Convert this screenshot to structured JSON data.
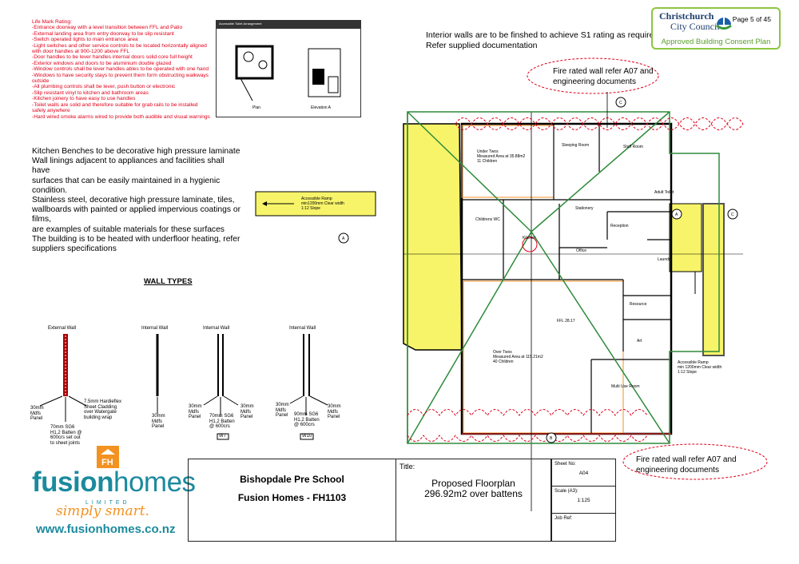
{
  "life_mark_notes": [
    "Life Mark Rating:",
    "-Entrance doorway with a level transition between FFL and Patio",
    "-External landing area from entry doorway to be slip resistant",
    "-Switch operated lights to main entrance area",
    "-Light switches and other service controls to be located horizontally aligned with door handles at 900-1200 above FFL",
    "-Door handles to be lever handles internal doors solid core full height",
    "-Exterior windows and doors to be aluminium double glazed",
    "-Window controls shall be lever handles ables to be operated with one hand",
    "-Windows to have security stays to prevent them form obstructing walkways outside",
    "-All plumbing controls shall be lever, push button or electronic",
    "-Slip resistant vinyl to kitchen and bathroom areas",
    "-Kitchen joinery to have easy to use handles",
    "-Toilet walls are solid and therefore suitable for grab rails to be installed safely anywhere",
    "-Hard wired smoke alarms wired to provide both audible and visual warnings"
  ],
  "inset": {
    "header": "Accessible Toilet Arrangement",
    "plan_label": "Plan",
    "elevation_label": "Elevation A"
  },
  "interior_note": [
    "Interior walls are to be finshed to achieve S1 rating as required.",
    "Refer supplied documentation"
  ],
  "stamp": {
    "council_line1": "Christchurch",
    "council_line2": "City Council",
    "page": "Page 5 of 45",
    "status": "Approved Building Consent Plan",
    "accent": "#8cc63f"
  },
  "fire_note_top": [
    "Fire rated wall refer A07 and",
    "engineering documents"
  ],
  "fire_note_bottom": [
    "Fire rated wall refer A07 and",
    "engineering documents"
  ],
  "kitchen_notes": [
    "Kitchen Benches to be decorative high pressure laminate",
    "Wall linings adjacent to appliances and facilities shall have",
    "surfaces that can be easily maintained in a hygienic condition.",
    "Stainless steel, decorative high pressure laminate, tiles,",
    "wallboards with painted or applied impervious coatings or films,",
    "are examples of suitable materials for these surfaces",
    "The building is to be heated with underfloor heating, refer suppliers specifications"
  ],
  "wall_types": {
    "title": "WALL TYPES",
    "external": {
      "title": "External Wall",
      "left": "30mm Mdfs Panel",
      "right": "7.5mm Hardieflex Sheet Cladding over Watergate building wrap",
      "bottom": "70mm SG6 H1.2 Batten @ 600crs set out to sheet joints"
    },
    "internal1": {
      "title": "Internal Wall",
      "bottom": "30mm Mdfs Panel"
    },
    "internal2": {
      "title": "Internal Wall",
      "left": "30mm Mdfs Panel",
      "right": "30mm Mdfs Panel",
      "bottom": "70mm SG6 H1.2 Batten @ 600crs",
      "tag": "W7"
    },
    "internal3": {
      "title": "Internal Wall",
      "left": "30mm Mdfs Panel",
      "right": "30mm Mdfs Panel",
      "bottom": "90mm SG6 H1.2 Batten @ 600crs",
      "tag": "W10"
    }
  },
  "floorplan": {
    "rooms": {
      "under_twos": "Under Twos",
      "under_twos_area": "Measured Area at 35.88m2",
      "under_twos_children": "11 Children",
      "sleeping": "Sleeping Room",
      "staff": "Staff Room",
      "adult_toilet": "Adult Toilet",
      "childrens_wc": "Childrens WC",
      "kitchen": "Kitchen",
      "stationery": "Stationery",
      "reception": "Reception",
      "office": "Office",
      "laundry": "Laundry",
      "resource": "Resource",
      "art": "Art",
      "over_twos": "Over Twos",
      "over_twos_area": "Measured Area at 115.21m2",
      "over_twos_children": "40 Children",
      "multi_use": "Multi Use Room",
      "ffl": "FFL 28.17"
    },
    "ramp_left": [
      "Accessible Ramp",
      "min1200mm Clear width",
      "1:12 Slope"
    ],
    "ramp_right": [
      "Accessible Ramp",
      "min 1200mm Clear width",
      "1:12 Slope"
    ],
    "markers": [
      "A",
      "A",
      "B",
      "C",
      "C"
    ]
  },
  "logo": {
    "brand_bold": "fusion",
    "brand_light": "homes",
    "limited": "LIMITED",
    "tagline": "simply smart.",
    "url": "www.fusionhomes.co.nz",
    "mark": "FH",
    "teal": "#1b8a9e",
    "orange": "#f39221"
  },
  "title_block": {
    "project": "Bishopdale Pre School",
    "client": "Fusion Homes - FH1103",
    "title_label": "Title:",
    "title_line1": "Proposed Floorplan",
    "title_line2": "296.92m2 over battens",
    "sheet_label": "Sheet No:",
    "sheet_value": "A04",
    "scale_label": "Scale (A3):",
    "scale_value": "1:125",
    "job_label": "Job Ref:"
  }
}
